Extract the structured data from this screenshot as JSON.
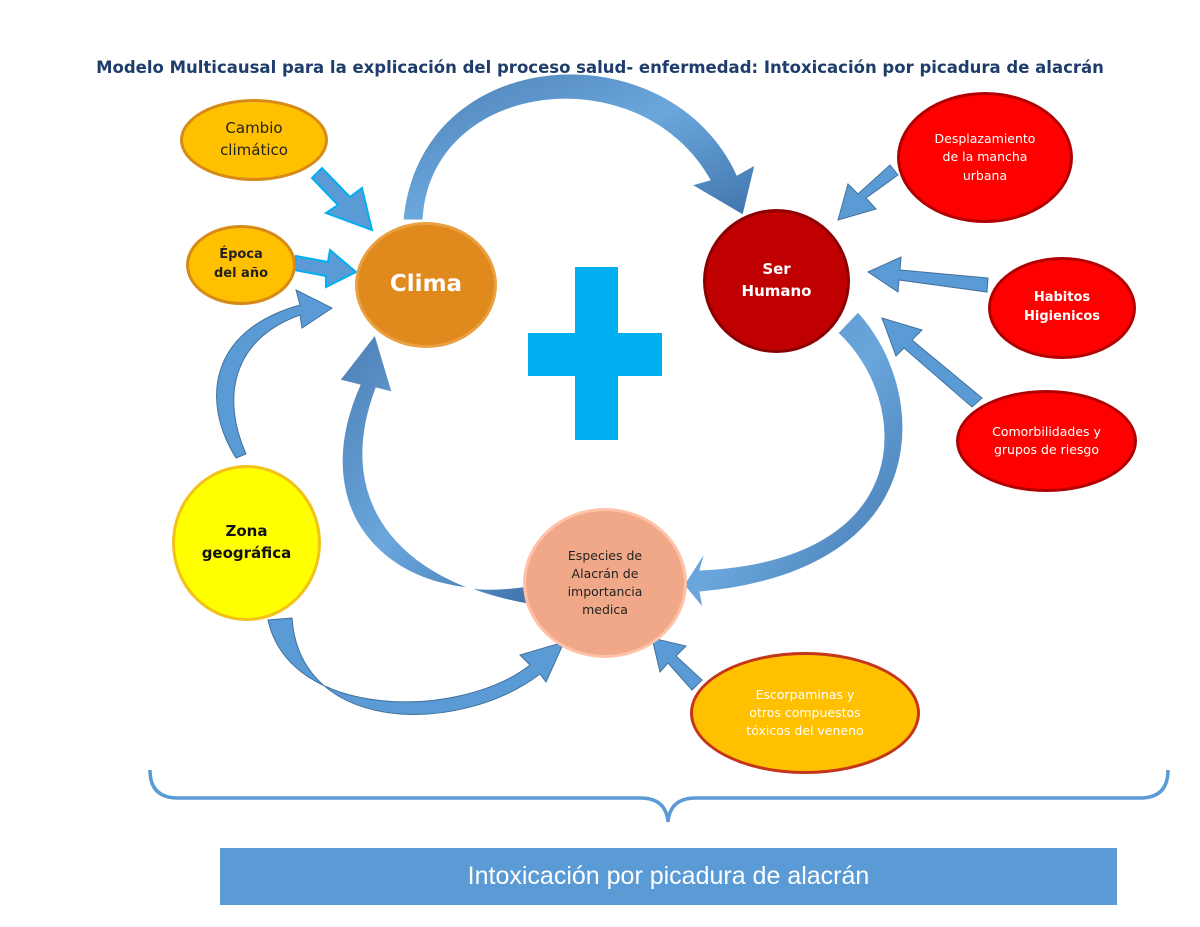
{
  "title": "Modelo Multicausal para la explicación del proceso salud- enfermedad: Intoxicación por picadura de alacrán",
  "nodes": {
    "cambio_climatico": [
      "Cambio",
      "climático"
    ],
    "epoca_del_ano": [
      "Época",
      "del año"
    ],
    "clima": [
      "Clima"
    ],
    "ser_humano": [
      "Ser",
      "Humano"
    ],
    "desplazamiento": [
      "Desplazamiento",
      "de la mancha",
      "urbana"
    ],
    "habitos": [
      "Habitos",
      "Higienicos"
    ],
    "comorbilidades": [
      "Comorbilidades y",
      "grupos de riesgo"
    ],
    "zona_geografica": [
      "Zona",
      "geográfica"
    ],
    "especies": [
      "Especies de",
      "Alacrán de",
      "importancia",
      "medica"
    ],
    "escorpaminas": [
      "Escorpaminas y",
      "otros compuestos",
      "tóxicos del veneno"
    ]
  },
  "center_symbol": "plus-icon",
  "result_label": "Intoxicación por picadura de alacrán",
  "colors": {
    "title": "#1f3d6b",
    "arrow": "#5b9bd5",
    "arrow_dark": "#41719c",
    "plus": "#00b0f0",
    "clima": "#e0891d",
    "ser_humano": "#c00000",
    "risk_factor": "#ff0000",
    "orange_factor": "#ffc000",
    "zona": "#ffff00",
    "especies": "#f0a888",
    "result_box": "#5b9bd5"
  }
}
